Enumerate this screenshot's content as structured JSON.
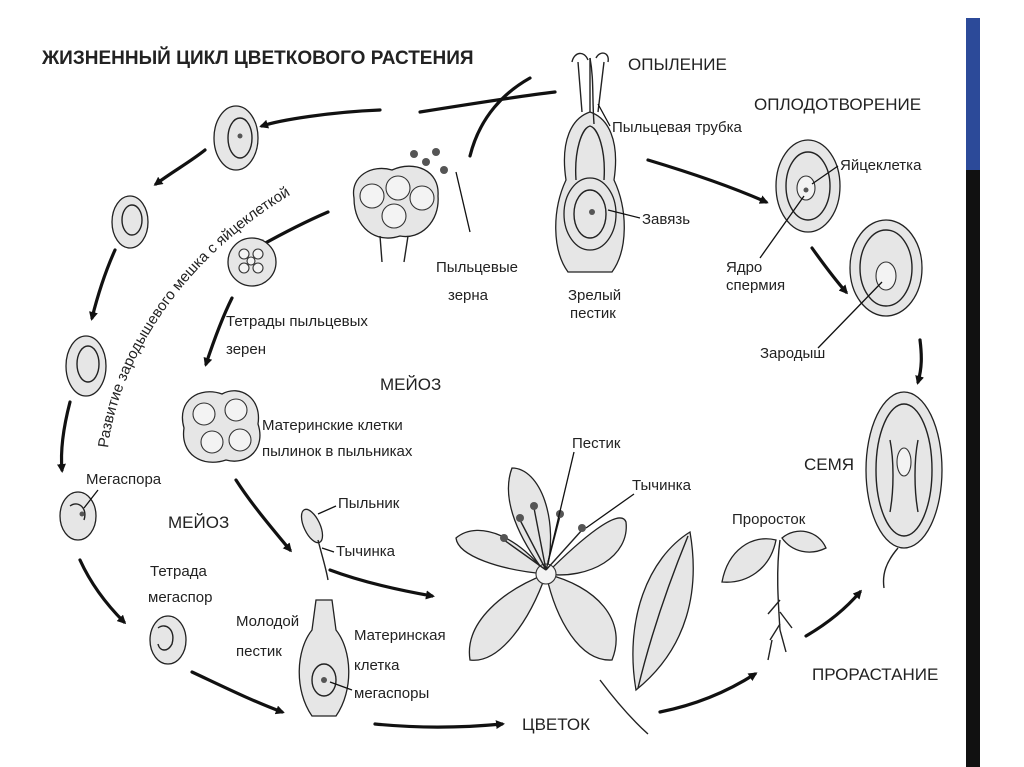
{
  "title": "ЖИЗНЕННЫЙ ЦИКЛ ЦВЕТКОВОГО РАСТЕНИЯ",
  "stages": {
    "pollination": "ОПЫЛЕНИЕ",
    "fertilization": "ОПЛОДОТВОРЕНИЕ",
    "seed": "СЕМЯ",
    "germination": "ПРОРАСТАНИЕ",
    "flower": "ЦВЕТОК",
    "meiosis_top": "МЕЙОЗ",
    "meiosis_left": "МЕЙОЗ"
  },
  "labels": {
    "pollen_tube": "Пыльцевая трубка",
    "ovary": "Завязь",
    "mature_pistil_1": "Зрелый",
    "mature_pistil_2": "пестик",
    "pollen_grains_1": "Пыльцевые",
    "pollen_grains_2": "зерна",
    "egg_cell": "Яйцеклетка",
    "sperm_nucleus_1": "Ядро",
    "sperm_nucleus_2": "спермия",
    "embryo": "Зародыш",
    "pollen_tetrads_1": "Тетрады пыльцевых",
    "pollen_tetrads_2": "зерен",
    "mother_cells_1": "Материнские клетки",
    "mother_cells_2": "пылинок в пыльниках",
    "embryo_sac_development": "Развитие зародышевого мешка с яйцеклеткой",
    "megaspore": "Мегаспора",
    "anther": "Пыльник",
    "stamen": "Тычинка",
    "megaspore_tetrad_1": "Тетрада",
    "megaspore_tetrad_2": "мегаспор",
    "young_pistil_1": "Молодой",
    "young_pistil_2": "пестик",
    "megaspore_mother_1": "Материнская",
    "megaspore_mother_2": "клетка",
    "megaspore_mother_3": "мегаспоры",
    "flower_pistil": "Пестик",
    "flower_stamen": "Тычинка",
    "seedling": "Проросток"
  },
  "accent_colors": {
    "stripe_blue": "#2c4a99",
    "stripe_black": "#111111"
  }
}
